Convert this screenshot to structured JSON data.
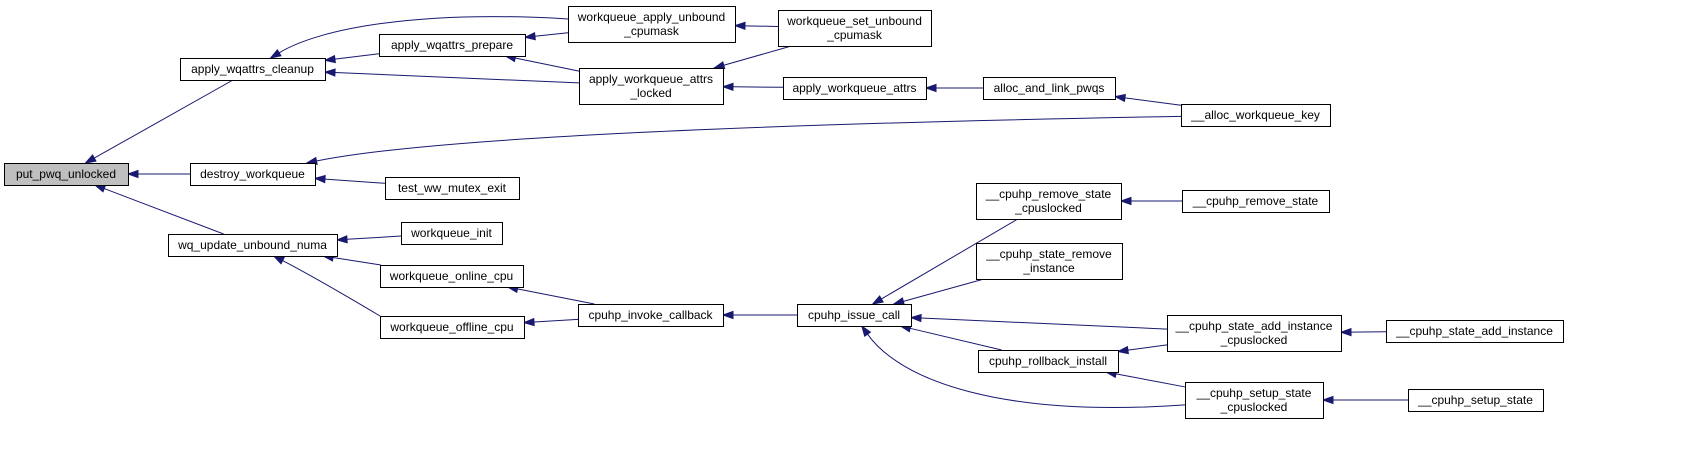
{
  "graph": {
    "nodes": [
      {
        "id": "put_pwq_unlocked",
        "lines": [
          "put_pwq_unlocked"
        ],
        "root": true
      },
      {
        "id": "apply_wqattrs_cleanup",
        "lines": [
          "apply_wqattrs_cleanup"
        ]
      },
      {
        "id": "destroy_workqueue",
        "lines": [
          "destroy_workqueue"
        ]
      },
      {
        "id": "wq_update_unbound_numa",
        "lines": [
          "wq_update_unbound_numa"
        ]
      },
      {
        "id": "apply_wqattrs_prepare",
        "lines": [
          "apply_wqattrs_prepare"
        ]
      },
      {
        "id": "workqueue_apply_unbound_cpumask",
        "lines": [
          "workqueue_apply_unbound",
          "_cpumask"
        ]
      },
      {
        "id": "apply_workqueue_attrs_locked",
        "lines": [
          "apply_workqueue_attrs",
          "_locked"
        ]
      },
      {
        "id": "workqueue_set_unbound_cpumask",
        "lines": [
          "workqueue_set_unbound",
          "_cpumask"
        ]
      },
      {
        "id": "apply_workqueue_attrs",
        "lines": [
          "apply_workqueue_attrs"
        ]
      },
      {
        "id": "alloc_and_link_pwqs",
        "lines": [
          "alloc_and_link_pwqs"
        ]
      },
      {
        "id": "__alloc_workqueue_key",
        "lines": [
          "__alloc_workqueue_key"
        ]
      },
      {
        "id": "test_ww_mutex_exit",
        "lines": [
          "test_ww_mutex_exit"
        ]
      },
      {
        "id": "workqueue_init",
        "lines": [
          "workqueue_init"
        ]
      },
      {
        "id": "workqueue_online_cpu",
        "lines": [
          "workqueue_online_cpu"
        ]
      },
      {
        "id": "workqueue_offline_cpu",
        "lines": [
          "workqueue_offline_cpu"
        ]
      },
      {
        "id": "cpuhp_invoke_callback",
        "lines": [
          "cpuhp_invoke_callback"
        ]
      },
      {
        "id": "cpuhp_issue_call",
        "lines": [
          "cpuhp_issue_call"
        ]
      },
      {
        "id": "__cpuhp_remove_state_cpuslocked",
        "lines": [
          "__cpuhp_remove_state",
          "_cpuslocked"
        ]
      },
      {
        "id": "__cpuhp_remove_state",
        "lines": [
          "__cpuhp_remove_state"
        ]
      },
      {
        "id": "__cpuhp_state_remove_instance",
        "lines": [
          "__cpuhp_state_remove",
          "_instance"
        ]
      },
      {
        "id": "cpuhp_rollback_install",
        "lines": [
          "cpuhp_rollback_install"
        ]
      },
      {
        "id": "__cpuhp_state_add_instance_cpuslocked",
        "lines": [
          "__cpuhp_state_add_instance",
          "_cpuslocked"
        ]
      },
      {
        "id": "__cpuhp_state_add_instance",
        "lines": [
          "__cpuhp_state_add_instance"
        ]
      },
      {
        "id": "__cpuhp_setup_state_cpuslocked",
        "lines": [
          "__cpuhp_setup_state",
          "_cpuslocked"
        ]
      },
      {
        "id": "__cpuhp_setup_state",
        "lines": [
          "__cpuhp_setup_state"
        ]
      }
    ],
    "edges": [
      {
        "from": "apply_wqattrs_cleanup",
        "to": "put_pwq_unlocked"
      },
      {
        "from": "destroy_workqueue",
        "to": "put_pwq_unlocked"
      },
      {
        "from": "wq_update_unbound_numa",
        "to": "put_pwq_unlocked"
      },
      {
        "from": "workqueue_apply_unbound_cpumask",
        "to": "apply_wqattrs_cleanup"
      },
      {
        "from": "apply_wqattrs_prepare",
        "to": "apply_wqattrs_cleanup"
      },
      {
        "from": "apply_workqueue_attrs_locked",
        "to": "apply_wqattrs_cleanup"
      },
      {
        "from": "workqueue_apply_unbound_cpumask",
        "to": "apply_wqattrs_prepare"
      },
      {
        "from": "apply_workqueue_attrs_locked",
        "to": "apply_wqattrs_prepare"
      },
      {
        "from": "workqueue_set_unbound_cpumask",
        "to": "workqueue_apply_unbound_cpumask"
      },
      {
        "from": "workqueue_set_unbound_cpumask",
        "to": "apply_workqueue_attrs_locked"
      },
      {
        "from": "apply_workqueue_attrs",
        "to": "apply_workqueue_attrs_locked"
      },
      {
        "from": "alloc_and_link_pwqs",
        "to": "apply_workqueue_attrs"
      },
      {
        "from": "__alloc_workqueue_key",
        "to": "alloc_and_link_pwqs"
      },
      {
        "from": "__alloc_workqueue_key",
        "to": "destroy_workqueue"
      },
      {
        "from": "test_ww_mutex_exit",
        "to": "destroy_workqueue"
      },
      {
        "from": "workqueue_init",
        "to": "wq_update_unbound_numa"
      },
      {
        "from": "workqueue_online_cpu",
        "to": "wq_update_unbound_numa"
      },
      {
        "from": "workqueue_offline_cpu",
        "to": "wq_update_unbound_numa"
      },
      {
        "from": "cpuhp_invoke_callback",
        "to": "workqueue_online_cpu"
      },
      {
        "from": "cpuhp_invoke_callback",
        "to": "workqueue_offline_cpu"
      },
      {
        "from": "cpuhp_issue_call",
        "to": "cpuhp_invoke_callback"
      },
      {
        "from": "__cpuhp_remove_state_cpuslocked",
        "to": "cpuhp_issue_call"
      },
      {
        "from": "__cpuhp_state_remove_instance",
        "to": "cpuhp_issue_call"
      },
      {
        "from": "__cpuhp_state_add_instance_cpuslocked",
        "to": "cpuhp_issue_call"
      },
      {
        "from": "cpuhp_rollback_install",
        "to": "cpuhp_issue_call"
      },
      {
        "from": "__cpuhp_setup_state_cpuslocked",
        "to": "cpuhp_issue_call"
      },
      {
        "from": "__cpuhp_remove_state",
        "to": "__cpuhp_remove_state_cpuslocked"
      },
      {
        "from": "__cpuhp_state_add_instance_cpuslocked",
        "to": "cpuhp_rollback_install"
      },
      {
        "from": "__cpuhp_setup_state_cpuslocked",
        "to": "cpuhp_rollback_install"
      },
      {
        "from": "__cpuhp_state_add_instance",
        "to": "__cpuhp_state_add_instance_cpuslocked"
      },
      {
        "from": "__cpuhp_setup_state",
        "to": "__cpuhp_setup_state_cpuslocked"
      }
    ]
  }
}
